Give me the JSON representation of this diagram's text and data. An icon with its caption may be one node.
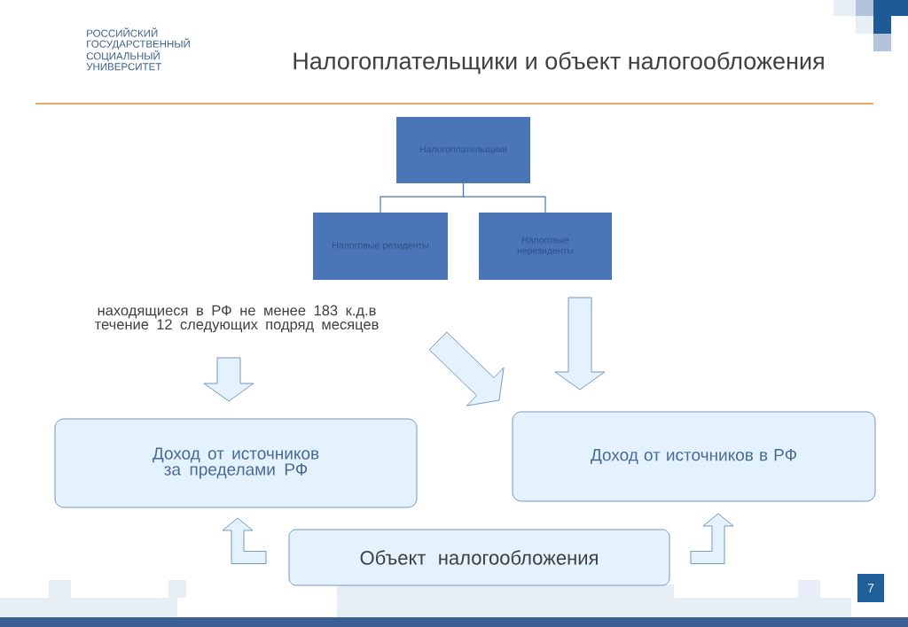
{
  "diagram": {
    "title": "Налогоплательщики и объект налогообложения",
    "nodes": [
      {
        "text": [
          "Налогоплательщики"
        ]
      },
      {
        "text": [
          "Налоговые резиденты"
        ]
      },
      {
        "text": [
          "Налоговые нерезиденты"
        ]
      },
      {
        "text": [
          "находящиеся в РФ не менее 183 к.д.в течение 12 следующих подряд месяцев"
        ]
      },
      {
        "text": [
          "Доход от источников за пределами РФ"
        ]
      },
      {
        "text": [
          "Доход от источников в РФ"
        ]
      },
      {
        "text": [
          "Объект налогообложения"
        ]
      }
    ],
    "edges": [
      {
        "from": 0,
        "to": 1,
        "arrow": "none"
      },
      {
        "from": 0,
        "to": 2,
        "arrow": "none"
      },
      {
        "from": 3,
        "to": 4,
        "arrow": "to"
      },
      {
        "from": 3,
        "to": 5,
        "arrow": "to"
      },
      {
        "from": 2,
        "to": 5,
        "arrow": "to"
      },
      {
        "from": 6,
        "to": 4,
        "arrow": "to"
      },
      {
        "from": 6,
        "to": 5,
        "arrow": "to"
      }
    ],
    "labels": [
      "РОССИЙСКИЙ ГОСУДАРСТВЕННЫЙ СОЦИАЛЬНЫЙ УНИВЕРСИТЕТ",
      "7"
    ]
  }
}
